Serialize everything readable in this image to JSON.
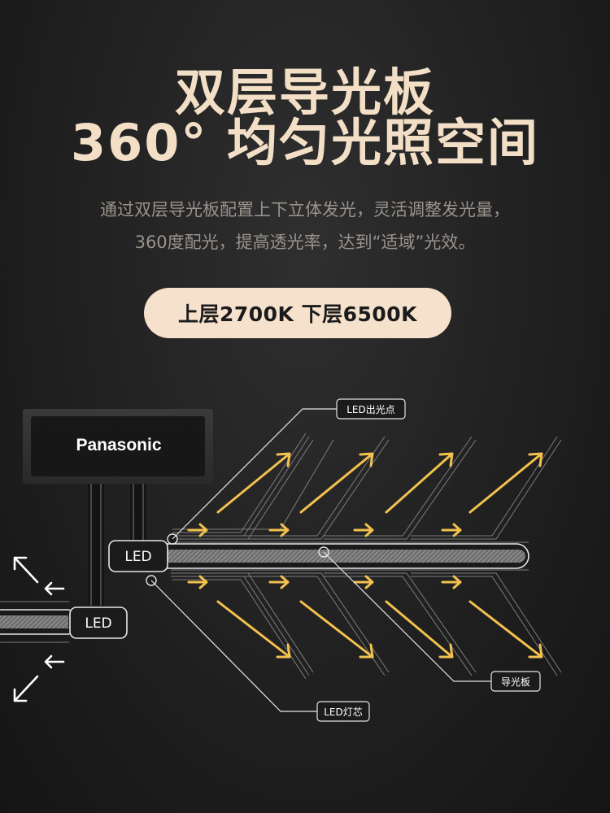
{
  "heading": {
    "line1": "双层导光板",
    "line2": "360° 均匀光照空间"
  },
  "description": {
    "line1": "通过双层导光板配置上下立体发光，灵活调整发光量，",
    "line2": "360度配光，提高透光率，达到“适域”光效。"
  },
  "badge": {
    "label": "上层2700K 下层6500K"
  },
  "diagram": {
    "brand": "Panasonic",
    "led_label_main": "LED",
    "led_label_side": "LED",
    "callout_led_point": "LED出光点",
    "callout_light_guide": "导光板",
    "callout_led_chip": "LED灯芯",
    "arrow_color": "#f2c14e",
    "side_arrow_color": "#ffffff"
  }
}
